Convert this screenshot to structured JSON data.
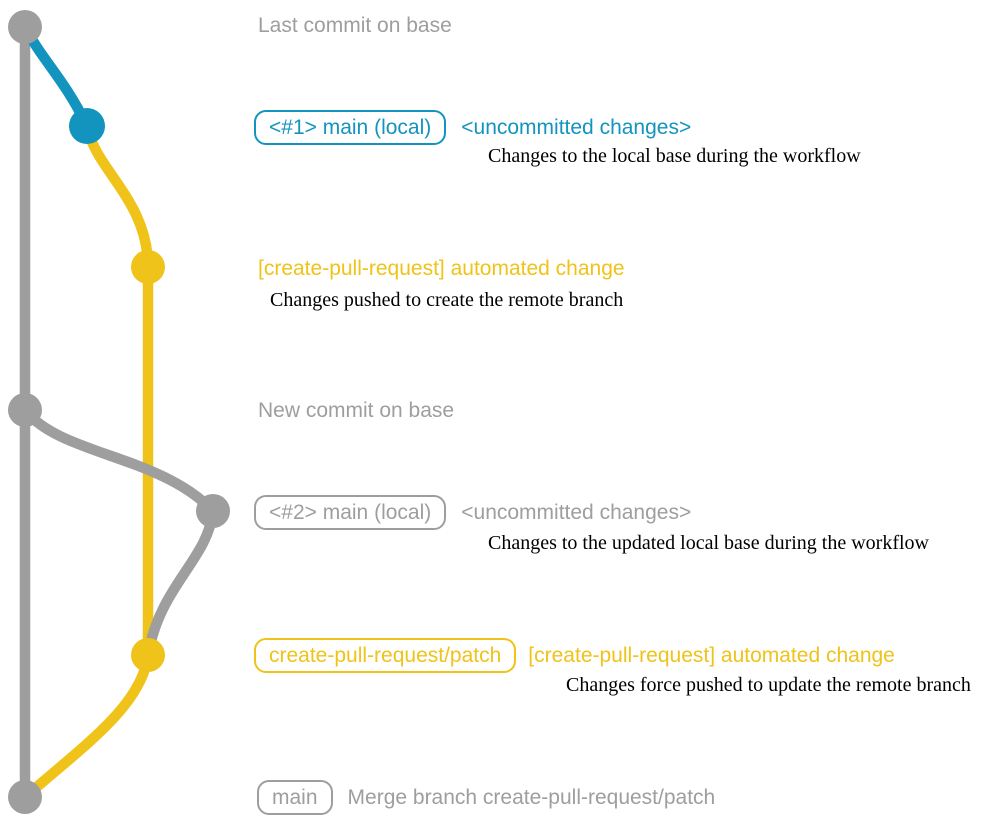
{
  "colors": {
    "gray": "#9E9E9E",
    "teal": "#1394BE",
    "yellow": "#EFC319",
    "ink": "#000000",
    "background": "#FFFFFF"
  },
  "captions": {
    "last_commit_on_base": "Last commit on base",
    "new_commit_on_base": "New commit on base"
  },
  "steps": {
    "uncommitted_1": {
      "branch_label": "<#1> main (local)",
      "title": "<uncommitted changes>",
      "description": "Changes to the local base during the workflow"
    },
    "automated_1": {
      "title": "[create-pull-request] automated change",
      "description": "Changes pushed to create the remote branch"
    },
    "uncommitted_2": {
      "branch_label": "<#2> main (local)",
      "title": "<uncommitted changes>",
      "description": "Changes to the updated local base during the workflow"
    },
    "automated_2": {
      "branch_label": "create-pull-request/patch",
      "title": "[create-pull-request] automated change",
      "description": "Changes force pushed to update the remote branch"
    },
    "merge": {
      "branch_label": "main",
      "message": "Merge branch create-pull-request/patch"
    }
  },
  "graph": {
    "commit_dots": [
      {
        "name": "last-commit-on-base",
        "color": "gray"
      },
      {
        "name": "main-local-1",
        "color": "teal"
      },
      {
        "name": "create-pull-request-automated-1",
        "color": "yellow"
      },
      {
        "name": "new-commit-on-base",
        "color": "gray"
      },
      {
        "name": "main-local-2",
        "color": "gray"
      },
      {
        "name": "create-pull-request-automated-2",
        "color": "yellow"
      },
      {
        "name": "merge-commit",
        "color": "gray"
      }
    ]
  }
}
